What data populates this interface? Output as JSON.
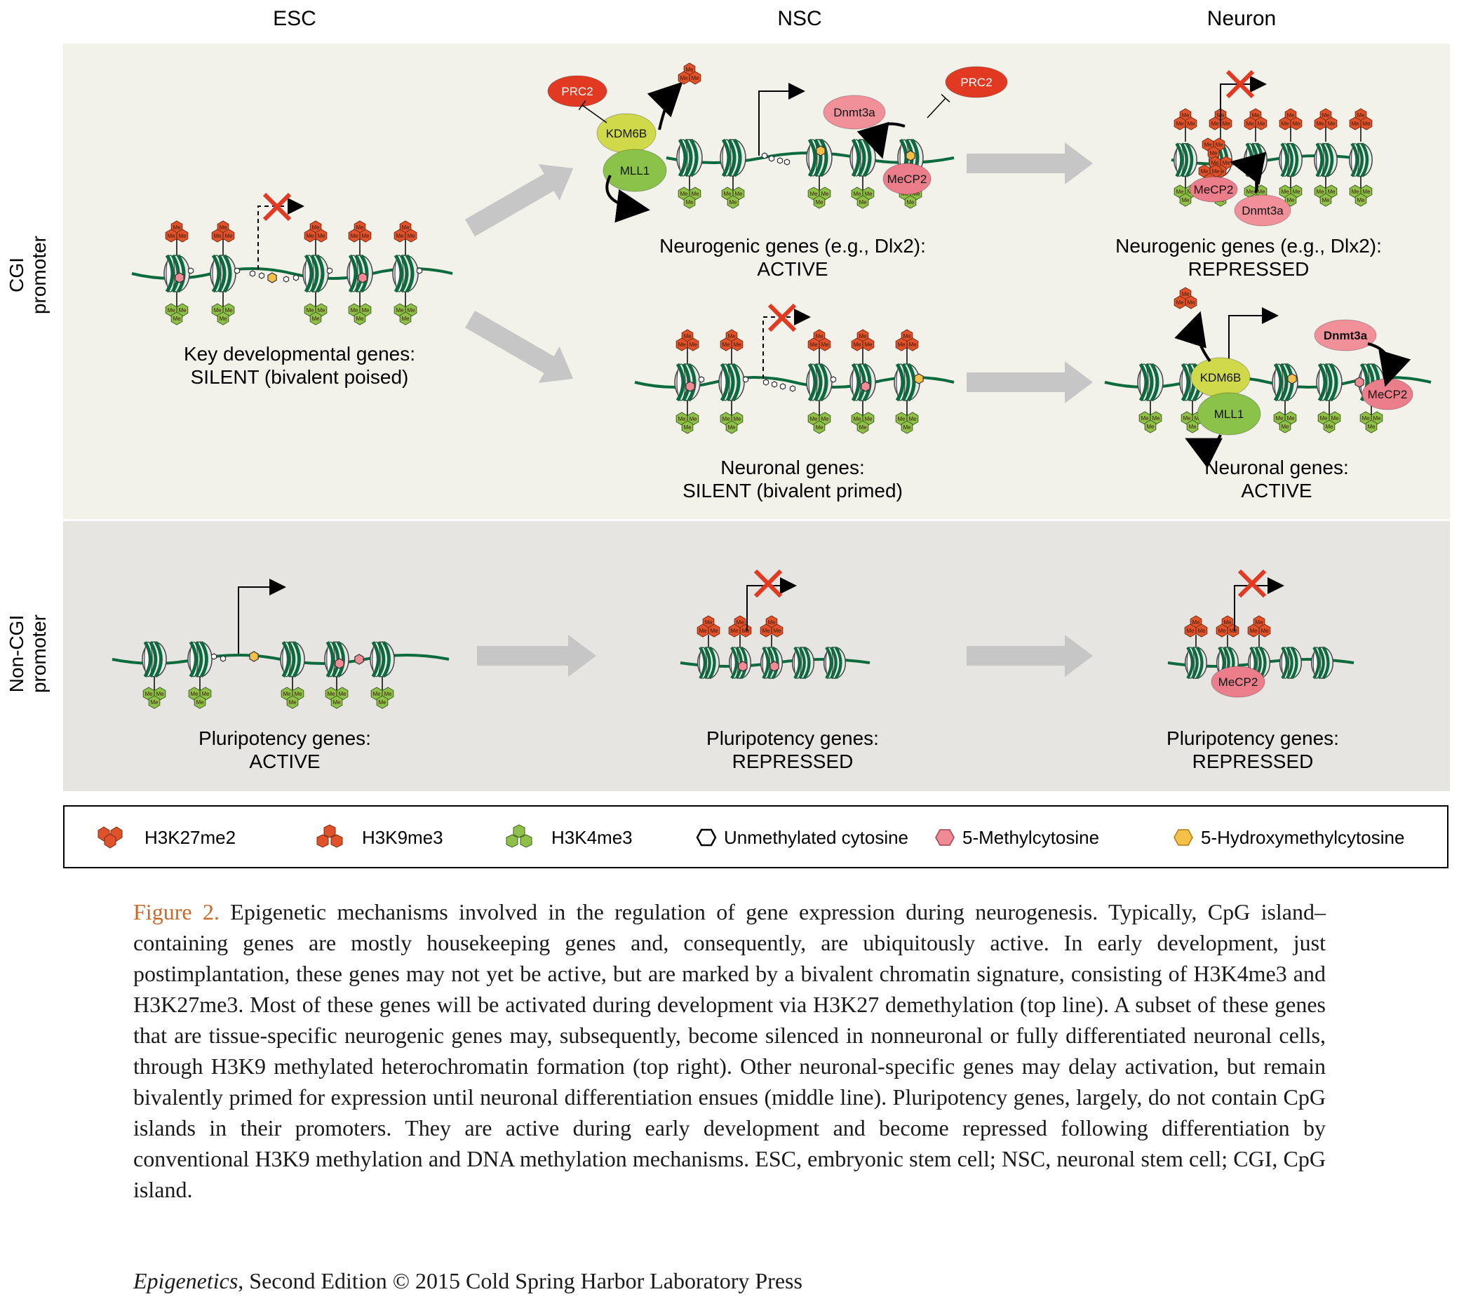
{
  "columns": {
    "esc": "ESC",
    "nsc": "NSC",
    "neuron": "Neuron"
  },
  "rows": {
    "cgi": "CGI\npromoter",
    "non_cgi": "Non-CGI\npromoter"
  },
  "panels": {
    "esc_cgi": {
      "line1": "Key developmental genes:",
      "line2": "SILENT (bivalent poised)"
    },
    "nsc_top": {
      "line1": "Neurogenic genes (e.g., Dlx2):",
      "line2": "ACTIVE"
    },
    "nsc_mid": {
      "line1": "Neuronal genes:",
      "line2": "SILENT (bivalent primed)"
    },
    "neuron_top": {
      "line1": "Neurogenic genes (e.g., Dlx2):",
      "line2": "REPRESSED"
    },
    "neuron_mid": {
      "line1": "Neuronal genes:",
      "line2": "ACTIVE"
    },
    "esc_noncgi": {
      "line1": "Pluripotency genes:",
      "line2": "ACTIVE"
    },
    "nsc_noncgi": {
      "line1": "Pluripotency genes:",
      "line2": "REPRESSED"
    },
    "neuron_noncgi": {
      "line1": "Pluripotency genes:",
      "line2": "REPRESSED"
    }
  },
  "proteins": {
    "prc2": "PRC2",
    "kdm6b": "KDM6B",
    "mll1": "MLL1",
    "dnmt3a": "Dnmt3a",
    "mecp2": "MeCP2"
  },
  "mark_label": "Me",
  "legend": {
    "h3k27me2": "H3K27me2",
    "h3k9me3": "H3K9me3",
    "h3k4me3": "H3K4me3",
    "unmethylated": "Unmethylated cytosine",
    "methylcytosine": "5-Methylcytosine",
    "hydroxymethyl": "5-Hydroxymethylcytosine"
  },
  "caption": {
    "label": "Figure 2.",
    "text": " Epigenetic mechanisms involved in the regulation of gene expression during neurogenesis. Typically, CpG island–containing genes are mostly housekeeping genes and, consequently, are ubiquitously active. In early development, just postimplantation, these genes may not yet be active, but are marked by a bivalent chromatin signature, consisting of H3K4me3 and H3K27me3. Most of these genes will be activated during development via H3K27 demethylation (top line). A subset of these genes that are tissue-specific neurogenic genes may, subsequently, become silenced in nonneuronal or fully differentiated neuronal cells, through H3K9 methylated heterochromatin formation (top right). Other neuronal-specific genes may delay activation, but remain bivalently primed for expression until neuronal differentiation ensues (middle line). Pluripotency genes, largely, do not contain CpG islands in their promoters. They are active during early development and become repressed following differentiation by conventional H3K9 methylation and DNA methylation mechanisms. ESC, embryonic stem cell; NSC, neuronal stem cell; CGI, CpG island."
  },
  "credit": {
    "book": "Epigenetics",
    "rest": ", Second Edition © 2015 Cold Spring Harbor Laboratory Press"
  },
  "colors": {
    "cgi_band": "#f3f2ea",
    "noncgi_band": "#e6e5e1",
    "dna": "#0c6b3e",
    "h3k27": "#e0522a",
    "h3k4": "#8fc04a",
    "prc2": "#e23a22",
    "kdm6b": "#cfd94a",
    "mll1": "#8bc34a",
    "dnmt3a": "#f2909a",
    "mecp2": "#ec7e8c",
    "hmc": "#f5c04a",
    "mc": "#f08a95",
    "arrow": "#c6c6c6",
    "cross": "#e23a22",
    "caption_label": "#c8692a"
  }
}
